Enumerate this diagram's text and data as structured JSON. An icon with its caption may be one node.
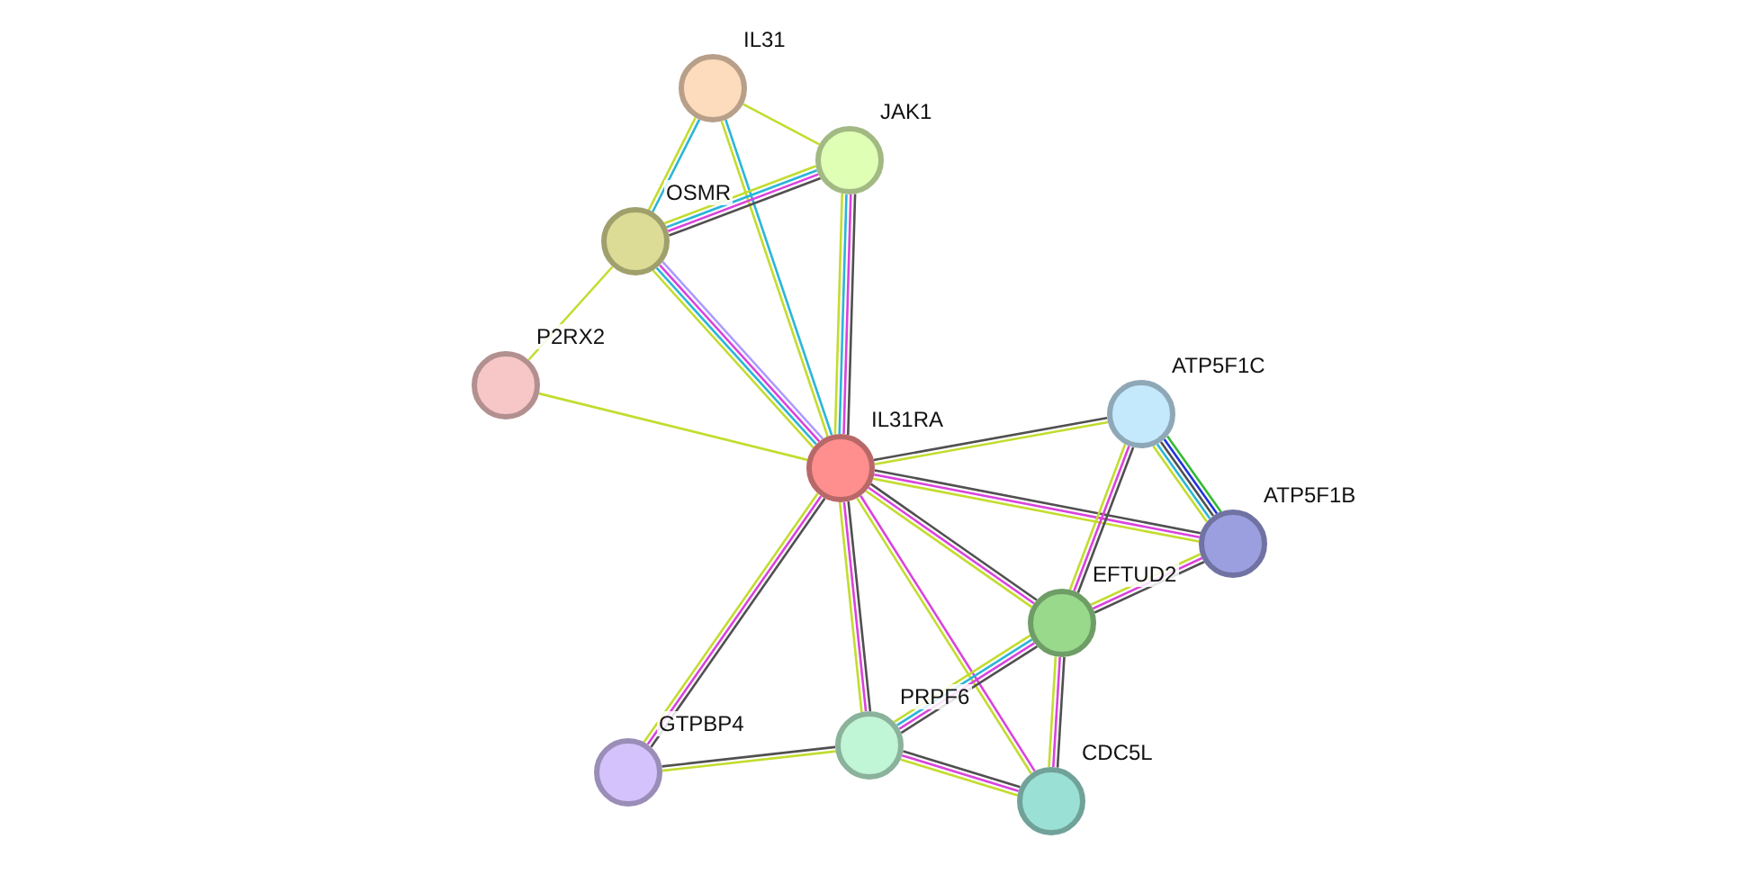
{
  "diagram": {
    "nodes": [
      {
        "text": [
          "IL31"
        ]
      },
      {
        "text": [
          "JAK1"
        ]
      },
      {
        "text": [
          "OSMR"
        ]
      },
      {
        "text": [
          "P2RX2"
        ]
      },
      {
        "text": [
          "IL31RA"
        ]
      },
      {
        "text": [
          "ATP5F1C"
        ]
      },
      {
        "text": [
          "ATP5F1B"
        ]
      },
      {
        "text": [
          "EFTUD2"
        ]
      },
      {
        "text": [
          "GTPBP4"
        ]
      },
      {
        "text": [
          "PRPF6"
        ]
      },
      {
        "text": [
          "CDC5L"
        ]
      }
    ],
    "edges": [
      {
        "from": 0,
        "to": 1,
        "arrow": "none"
      },
      {
        "from": 0,
        "to": 2,
        "arrow": "none",
        "color": "#2bb5d8"
      },
      {
        "from": 0,
        "to": 2,
        "arrow": "none"
      },
      {
        "from": 0,
        "to": 4,
        "arrow": "none",
        "color": "#2bb5d8"
      },
      {
        "from": 0,
        "to": 4,
        "arrow": "none"
      },
      {
        "from": 2,
        "to": 1,
        "arrow": "none",
        "color": "#505050"
      },
      {
        "from": 2,
        "to": 1,
        "arrow": "none",
        "color": "#d943dc"
      },
      {
        "from": 2,
        "to": 1,
        "arrow": "none",
        "color": "#2bb5d8"
      },
      {
        "from": 2,
        "to": 1,
        "arrow": "none"
      },
      {
        "from": 1,
        "to": 4,
        "arrow": "none",
        "color": "#505050"
      },
      {
        "from": 1,
        "to": 4,
        "arrow": "none",
        "color": "#d943dc"
      },
      {
        "from": 1,
        "to": 4,
        "arrow": "none",
        "color": "#2bb5d8"
      },
      {
        "from": 1,
        "to": 4,
        "arrow": "none"
      },
      {
        "from": 2,
        "to": 3,
        "arrow": "none"
      },
      {
        "from": 2,
        "to": 4,
        "arrow": "none",
        "color": "#aa99ff"
      },
      {
        "from": 2,
        "to": 4,
        "arrow": "none",
        "color": "#d943dc"
      },
      {
        "from": 2,
        "to": 4,
        "arrow": "none",
        "color": "#2bb5d8"
      },
      {
        "from": 2,
        "to": 4,
        "arrow": "none"
      },
      {
        "from": 3,
        "to": 4,
        "arrow": "none"
      },
      {
        "from": 4,
        "to": 5,
        "arrow": "none",
        "color": "#505050"
      },
      {
        "from": 4,
        "to": 5,
        "arrow": "none"
      },
      {
        "from": 4,
        "to": 6,
        "arrow": "none",
        "color": "#505050"
      },
      {
        "from": 4,
        "to": 6,
        "arrow": "none",
        "color": "#d943dc"
      },
      {
        "from": 4,
        "to": 6,
        "arrow": "none"
      },
      {
        "from": 4,
        "to": 7,
        "arrow": "none",
        "color": "#505050"
      },
      {
        "from": 4,
        "to": 7,
        "arrow": "none",
        "color": "#d943dc"
      },
      {
        "from": 4,
        "to": 7,
        "arrow": "none"
      },
      {
        "from": 4,
        "to": 8,
        "arrow": "none",
        "color": "#505050"
      },
      {
        "from": 4,
        "to": 8,
        "arrow": "none",
        "color": "#d943dc"
      },
      {
        "from": 4,
        "to": 8,
        "arrow": "none"
      },
      {
        "from": 4,
        "to": 9,
        "arrow": "none",
        "color": "#505050"
      },
      {
        "from": 4,
        "to": 9,
        "arrow": "none",
        "color": "#d943dc"
      },
      {
        "from": 4,
        "to": 9,
        "arrow": "none"
      },
      {
        "from": 4,
        "to": 10,
        "arrow": "none",
        "color": "#d943dc"
      },
      {
        "from": 4,
        "to": 10,
        "arrow": "none"
      },
      {
        "from": 5,
        "to": 6,
        "arrow": "none",
        "color": "#33bb33"
      },
      {
        "from": 5,
        "to": 6,
        "arrow": "none",
        "color": "#2233dd"
      },
      {
        "from": 5,
        "to": 6,
        "arrow": "none",
        "color": "#505050"
      },
      {
        "from": 5,
        "to": 6,
        "arrow": "none",
        "color": "#2bb5d8"
      },
      {
        "from": 5,
        "to": 6,
        "arrow": "none"
      },
      {
        "from": 5,
        "to": 7,
        "arrow": "none",
        "color": "#505050"
      },
      {
        "from": 5,
        "to": 7,
        "arrow": "none",
        "color": "#d943dc"
      },
      {
        "from": 5,
        "to": 7,
        "arrow": "none"
      },
      {
        "from": 6,
        "to": 7,
        "arrow": "none",
        "color": "#505050"
      },
      {
        "from": 6,
        "to": 7,
        "arrow": "none",
        "color": "#d943dc"
      },
      {
        "from": 6,
        "to": 7,
        "arrow": "none"
      },
      {
        "from": 7,
        "to": 9,
        "arrow": "none",
        "color": "#505050"
      },
      {
        "from": 7,
        "to": 9,
        "arrow": "none",
        "color": "#d943dc"
      },
      {
        "from": 7,
        "to": 9,
        "arrow": "none",
        "color": "#2bb5d8"
      },
      {
        "from": 7,
        "to": 9,
        "arrow": "none"
      },
      {
        "from": 7,
        "to": 10,
        "arrow": "none",
        "color": "#505050"
      },
      {
        "from": 7,
        "to": 10,
        "arrow": "none",
        "color": "#d943dc"
      },
      {
        "from": 7,
        "to": 10,
        "arrow": "none"
      },
      {
        "from": 9,
        "to": 10,
        "arrow": "none",
        "color": "#505050"
      },
      {
        "from": 9,
        "to": 10,
        "arrow": "none",
        "color": "#d943dc"
      },
      {
        "from": 9,
        "to": 10,
        "arrow": "none"
      },
      {
        "from": 8,
        "to": 9,
        "arrow": "none",
        "color": "#505050"
      },
      {
        "from": 8,
        "to": 9,
        "arrow": "none"
      }
    ]
  }
}
